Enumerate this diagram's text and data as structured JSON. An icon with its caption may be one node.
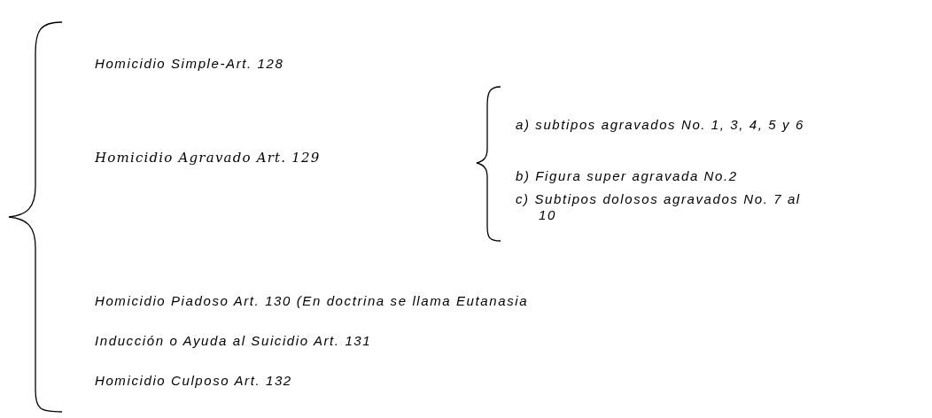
{
  "diagram": {
    "labels": [
      "Homicidio Simple-Art. 128",
      "Homicidio Agravado Art. 129",
      "a) subtipos agravados No. 1, 3, 4, 5 y 6",
      "b) Figura super agravada No.2",
      "c) Subtipos dolosos agravados No. 7 al 10",
      "Homicidio Piadoso Art. 130 (En doctrina se llama Eutanasia",
      "Inducción o Ayuda al Suicidio Art. 131",
      "Homicidio Culposo Art. 132"
    ]
  }
}
